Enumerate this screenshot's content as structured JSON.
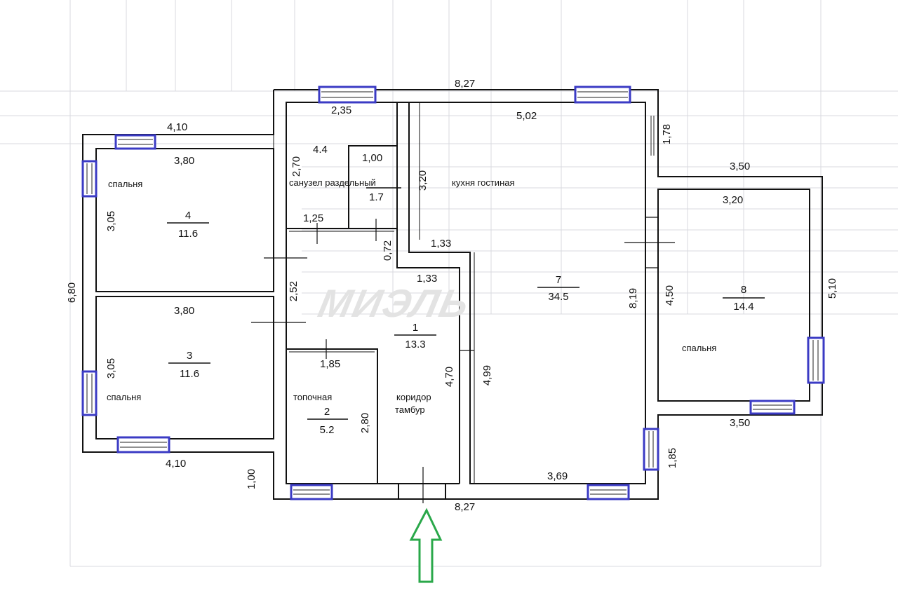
{
  "watermark": "МИЭЛЬ",
  "rooms": [
    {
      "name": "коридор тамбур",
      "line1": "коридор",
      "line2": "тамбур",
      "number": "1",
      "area": "13.3"
    },
    {
      "name": "топочная",
      "number": "2",
      "area": "5.2"
    },
    {
      "name": "спальня",
      "number": "3",
      "area": "11.6"
    },
    {
      "name": "спальня",
      "number": "4",
      "area": "11.6"
    },
    {
      "name": "санузел раздельный",
      "number": "",
      "area": "1.7",
      "area_small": "4.4"
    },
    {
      "name": "кухня гостиная",
      "number": "7",
      "area": "34.5"
    },
    {
      "name": "спальня",
      "number": "8",
      "area": "14.4"
    }
  ],
  "dimensions": {
    "top_total": "8,27",
    "bottom_total": "8,27",
    "left_top": "4,10",
    "left_bottom": "4,10",
    "left_height": "6,80",
    "bath_width": "2,35",
    "bath_height": "2,70",
    "wc_width": "1,00",
    "hall_small": "1,25",
    "wc_depth": "0,72",
    "kitchen_width": "5,02",
    "kitchen_top_h": "3,20",
    "kitchen_step1": "1,33",
    "kitchen_step2": "1,33",
    "kitchen_height": "8,19",
    "kitchen_lower": "4,99",
    "kitchen_bottom": "3,69",
    "corridor_h": "4,70",
    "boiler_w": "1,85",
    "boiler_h": "2,80",
    "hall_w": "2,52",
    "bed4_w": "3,80",
    "bed4_h": "3,05",
    "bed3_w": "3,80",
    "bed3_h": "3,05",
    "entry_h": "1,00",
    "right_notch": "1,78",
    "right_top": "3,50",
    "right_inner": "3,20",
    "right_h": "4,50",
    "right_outer_h": "5,10",
    "right_bottom": "3,50",
    "right_lower_notch": "1,85"
  },
  "colors": {
    "wall": "#111111",
    "window": "#3b3bc4",
    "entry_arrow": "#2aa84a",
    "grid": "#c9ccd4"
  }
}
